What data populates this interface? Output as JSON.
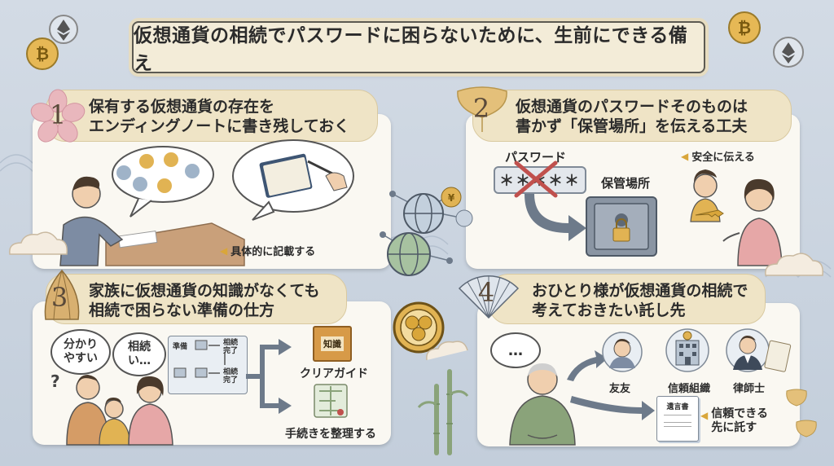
{
  "title": "仮想通貨の相続でパスワードに困らないために、生前にできる備え",
  "sections": [
    {
      "number": "1",
      "heading_line1": "保有する仮想通貨の存在を",
      "heading_line2": "エンディングノートに書き残しておく",
      "caption": "具体的に記載する"
    },
    {
      "number": "2",
      "heading_line1": "仮想通貨のパスワードそのものは",
      "heading_line2": "書かず「保管場所」を伝える工夫",
      "password_label": "パスワード",
      "password_mask": "＊＊＊＊＊",
      "storage_label": "保管場所",
      "safe_label": "安全に伝える"
    },
    {
      "number": "3",
      "heading_line1": "家族に仮想通貨の知識がなくても",
      "heading_line2": "相続で困らない準備の仕方",
      "bubble_left_line1": "分かり",
      "bubble_left_line2": "やすい",
      "bubble_right_line1": "相続",
      "bubble_right_line2": "い…",
      "question_mark": "?",
      "flow_step1": "準備",
      "flow_step2_line1": "相続",
      "flow_step2_line2": "完了",
      "flow_step3_line1": "相続",
      "flow_step3_line2": "完了",
      "book_label": "知識",
      "guide_label": "クリアガイド",
      "organize_label": "手続きを整理する"
    },
    {
      "number": "4",
      "heading_line1": "おひとり様が仮想通貨の相続で",
      "heading_line2": "考えておきたい託し先",
      "thought": "…",
      "friend_label": "友友",
      "org_label": "信頼組織",
      "lawyer_label": "律師士",
      "will_label": "遺言書",
      "trust_line1": "信頼できる",
      "trust_line2": "先に託す"
    }
  ],
  "colors": {
    "background": "#c9d3df",
    "panel": "#faf8f2",
    "header": "#efe4c6",
    "gold": "#d9a63a",
    "green_sweater": "#8aa37a",
    "pink_coat": "#e6a7a7",
    "red_cross": "#c0504d"
  }
}
